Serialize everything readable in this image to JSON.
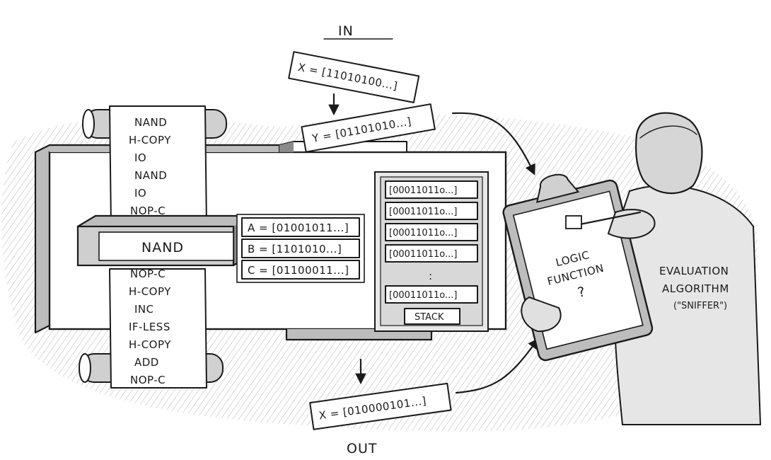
{
  "labels": {
    "in": "IN",
    "out": "OUT",
    "evaluator_line1": "EVALUATION",
    "evaluator_line2": "ALGORITHM",
    "evaluator_line3": "(\"SNIFFER\")",
    "clipboard_line1": "LOGIC",
    "clipboard_line2": "FUNCTION",
    "clipboard_line3": "?"
  },
  "inputs": {
    "x_in": "X = [11010100...]",
    "y_in": "Y = [01101010...]"
  },
  "output": {
    "x_out": "X = [010000101...]"
  },
  "tape_top": [
    "NAND",
    "H-COPY",
    "IO",
    "NAND",
    "IO",
    "NOP-C"
  ],
  "current_instruction": "NAND",
  "tape_bottom": [
    "NOP-C",
    "H-COPY",
    "INC",
    "IF-LESS",
    "H-COPY",
    "ADD",
    "NOP-C"
  ],
  "registers": [
    "A = [01001011...]",
    "B = [1101010...]",
    "C = [01100011...]"
  ],
  "stack": {
    "cells": [
      "[00011011o...]",
      "[00011011o...]",
      "[00011011o...]",
      "[00011011o...]",
      ":",
      "[00011011o...]"
    ],
    "label": "STACK"
  }
}
